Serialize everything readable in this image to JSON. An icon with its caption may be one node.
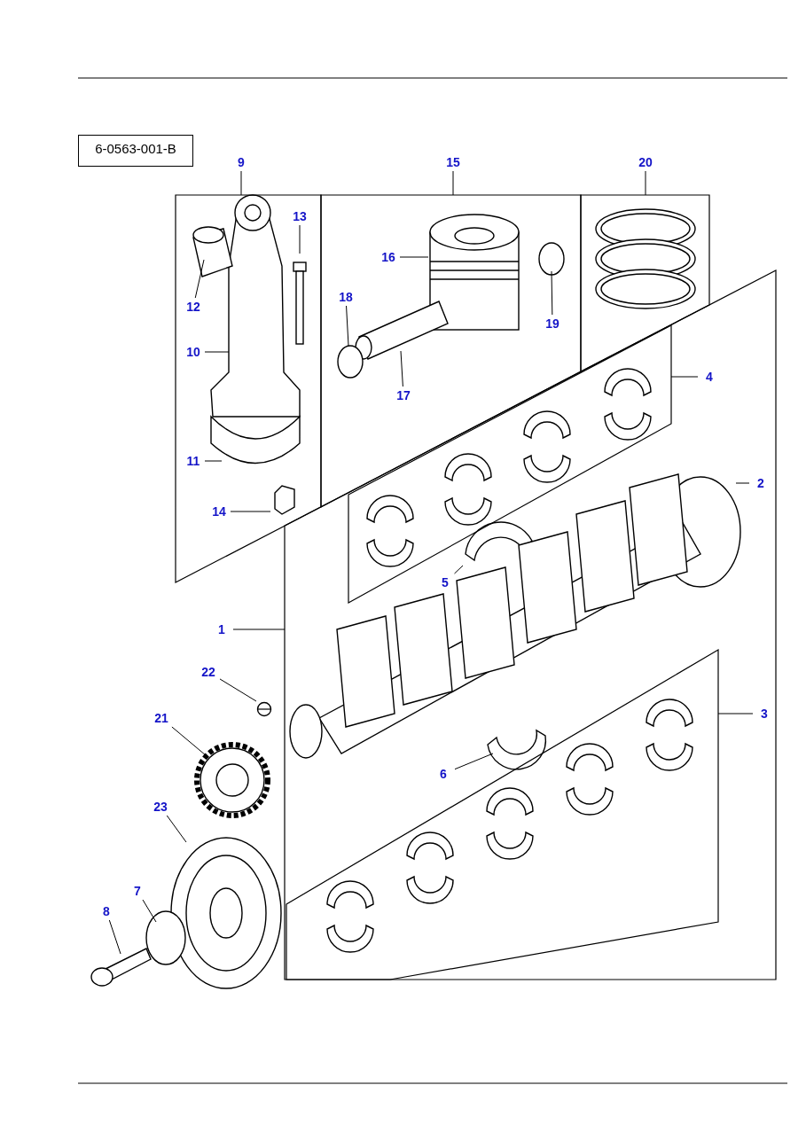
{
  "diagram": {
    "nodes": [
      {
        "text": [
          "6-0563-001-B"
        ]
      },
      {
        "text": [],
        "shape": "box"
      },
      {
        "text": [],
        "shape": "box"
      },
      {
        "text": [],
        "shape": "box"
      },
      {
        "text": [],
        "shape": "box"
      },
      {
        "text": [],
        "shape": "box",
        "in": 4
      },
      {
        "text": [],
        "shape": "box",
        "in": 4
      },
      {
        "text": [
          "9"
        ]
      },
      {
        "text": [
          "15"
        ]
      },
      {
        "text": [
          "20"
        ]
      },
      {
        "text": [
          "13"
        ],
        "in": 1
      },
      {
        "text": [
          "16"
        ],
        "in": 2
      },
      {
        "text": [
          "12"
        ],
        "in": 1
      },
      {
        "text": [
          "18"
        ],
        "in": 2
      },
      {
        "text": [
          "19"
        ],
        "in": 2
      },
      {
        "text": [
          "10"
        ],
        "in": 1
      },
      {
        "text": [
          "17"
        ],
        "in": 2
      },
      {
        "text": [
          "4"
        ],
        "in": 4
      },
      {
        "text": [
          "11"
        ],
        "in": 1
      },
      {
        "text": [
          "2"
        ],
        "in": 4
      },
      {
        "text": [
          "14"
        ],
        "in": 1
      },
      {
        "text": [
          "5"
        ],
        "in": 4
      },
      {
        "text": [
          "1"
        ]
      },
      {
        "text": [
          "22"
        ]
      },
      {
        "text": [
          "3"
        ],
        "in": 4
      },
      {
        "text": [
          "21"
        ]
      },
      {
        "text": [
          "6"
        ],
        "in": 4
      },
      {
        "text": [
          "23"
        ]
      },
      {
        "text": [
          "7"
        ]
      },
      {
        "text": [
          "8"
        ]
      },
      {
        "text": [],
        "shape": "circle"
      }
    ],
    "edges": [
      {
        "from": 7,
        "to": 1,
        "arrow": "none"
      },
      {
        "from": 8,
        "to": 2,
        "arrow": "none"
      },
      {
        "from": 9,
        "to": 3,
        "arrow": "none"
      },
      {
        "from": 10,
        "to": null,
        "arrow": "none"
      },
      {
        "from": 11,
        "to": null,
        "arrow": "none"
      },
      {
        "from": 12,
        "to": null,
        "arrow": "none"
      },
      {
        "from": 13,
        "to": null,
        "arrow": "none"
      },
      {
        "from": 14,
        "to": null,
        "arrow": "none"
      },
      {
        "from": 15,
        "to": null,
        "arrow": "none"
      },
      {
        "from": 16,
        "to": null,
        "arrow": "none"
      },
      {
        "from": 17,
        "to": 5,
        "arrow": "none"
      },
      {
        "from": 18,
        "to": null,
        "arrow": "none"
      },
      {
        "from": 19,
        "to": null,
        "arrow": "none"
      },
      {
        "from": 20,
        "to": null,
        "arrow": "none"
      },
      {
        "from": 21,
        "to": null,
        "arrow": "none"
      },
      {
        "from": 22,
        "to": 4,
        "arrow": "none"
      },
      {
        "from": 23,
        "to": 30,
        "arrow": "none"
      },
      {
        "from": 24,
        "to": 6,
        "arrow": "none"
      },
      {
        "from": 25,
        "to": null,
        "arrow": "none"
      },
      {
        "from": 26,
        "to": null,
        "arrow": "none"
      },
      {
        "from": 27,
        "to": null,
        "arrow": "none"
      },
      {
        "from": 28,
        "to": null,
        "arrow": "none"
      },
      {
        "from": 29,
        "to": null,
        "arrow": "none"
      }
    ]
  }
}
